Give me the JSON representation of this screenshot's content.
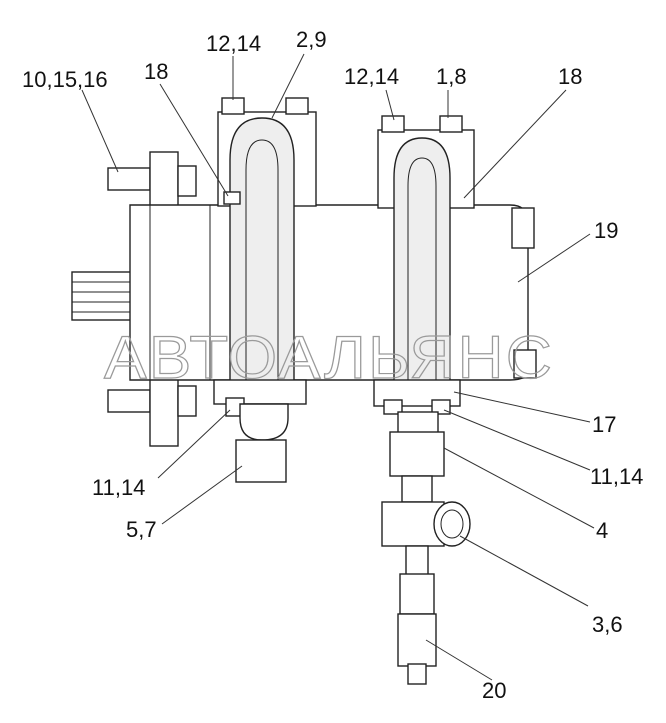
{
  "watermark": "АВТОАЛЬЯНС",
  "labels": [
    {
      "id": "l1",
      "text": "12,14"
    },
    {
      "id": "l2",
      "text": "2,9"
    },
    {
      "id": "l3",
      "text": "10,15,16"
    },
    {
      "id": "l4",
      "text": "18"
    },
    {
      "id": "l5",
      "text": "12,14"
    },
    {
      "id": "l6",
      "text": "1,8"
    },
    {
      "id": "l7",
      "text": "18"
    },
    {
      "id": "l8",
      "text": "19"
    },
    {
      "id": "l9",
      "text": "17"
    },
    {
      "id": "l10",
      "text": "11,14"
    },
    {
      "id": "l11",
      "text": "11,14"
    },
    {
      "id": "l12",
      "text": "5,7"
    },
    {
      "id": "l13",
      "text": "4"
    },
    {
      "id": "l14",
      "text": "3,6"
    },
    {
      "id": "l15",
      "text": "20"
    }
  ]
}
